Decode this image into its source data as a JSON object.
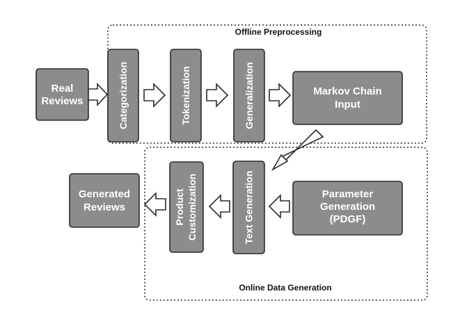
{
  "regions": {
    "offline": "Offline Preprocessing",
    "online": "Online Data Generation"
  },
  "nodes": {
    "real_reviews": [
      "Real",
      "Reviews"
    ],
    "categorization": "Categorization",
    "tokenization": "Tokenization",
    "generalization": "Generalization",
    "markov": [
      "Markov Chain",
      "Input"
    ],
    "generated_reviews": [
      "Generated",
      "Reviews"
    ],
    "product_customization": [
      "Product",
      "Customization"
    ],
    "text_generation": "Text Generation",
    "parameter_generation": [
      "Parameter",
      "Generation",
      "(PDGF)"
    ]
  }
}
